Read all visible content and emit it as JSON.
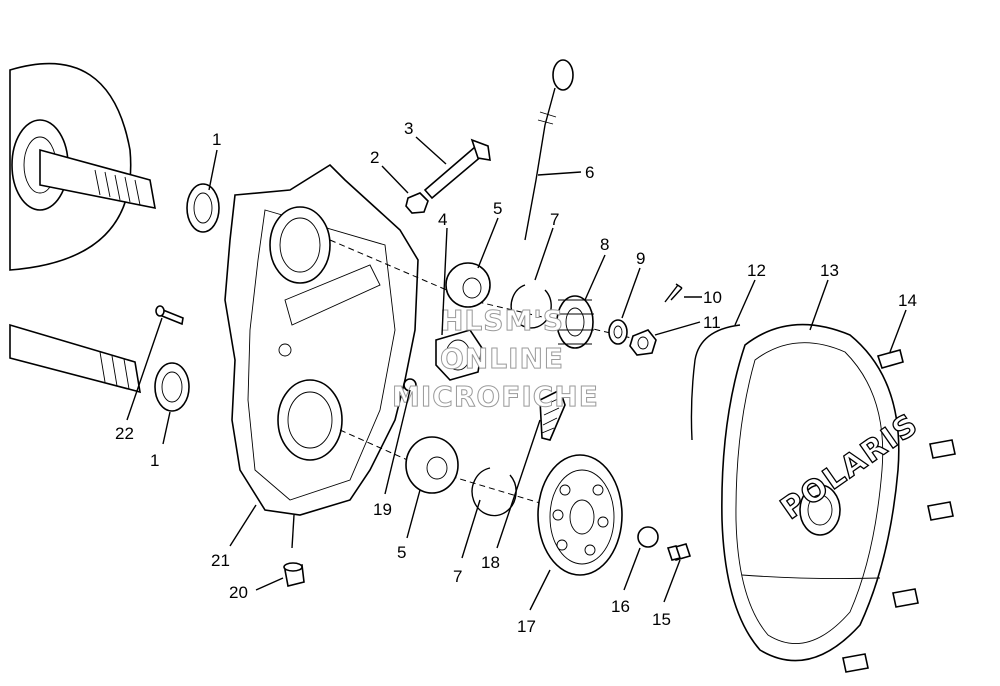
{
  "callouts": [
    "1",
    "2",
    "3",
    "4",
    "5",
    "6",
    "7",
    "8",
    "9",
    "10",
    "11",
    "12",
    "13",
    "14",
    "1",
    "22",
    "19",
    "5",
    "7",
    "18",
    "21",
    "20",
    "17",
    "16",
    "15"
  ],
  "brand_text": "POLARIS",
  "watermark": [
    "HLSM'S",
    "ONLINE",
    "MICROFICHE"
  ]
}
